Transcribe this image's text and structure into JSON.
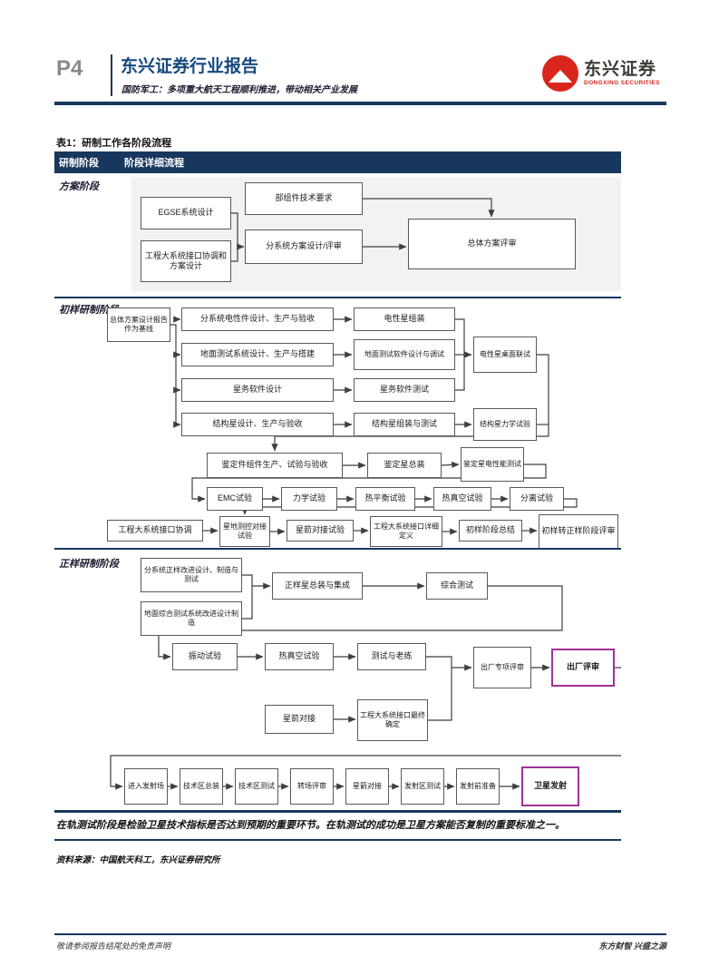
{
  "header": {
    "page_number": "P4",
    "title": "东兴证券行业报告",
    "subtitle": "国防军工：多项重大航天工程顺利推进，带动相关产业发展",
    "logo_cn": "东兴证券",
    "logo_en": "DONGXING SECURITIES"
  },
  "table": {
    "title": "表1：研制工作各阶段流程",
    "col_stage": "研制阶段",
    "col_flow": "阶段详细流程"
  },
  "stages": {
    "plan": {
      "label": "方案阶段",
      "boxes": {
        "egse": "EGSE系统设计",
        "project": "工程大系统接口协调和方案设计",
        "parts": "部组件技术要求",
        "subsystem": "分系统方案设计/评审",
        "overall": "总体方案评审"
      }
    },
    "proto": {
      "label": "初样研制阶段",
      "boxes": {
        "baseline": "总体方案设计报告作为基线",
        "b1": "分系统电性件设计、生产与验收",
        "b2": "地面测试系统设计、生产与搭建",
        "b3": "星务软件设计",
        "b4": "结构星设计、生产与验收",
        "c1": "电性星组装",
        "c2": "地面测试软件设计与调试",
        "c3": "星务软件测试",
        "c4": "结构星组装与测试",
        "d1": "电性星桌面联试",
        "d4": "结构星力学试验",
        "e1": "鉴定件组件生产、试验与验收",
        "e2": "鉴定星总装",
        "e3": "鉴定星电性能测试",
        "f1": "EMC试验",
        "f2": "力学试验",
        "f3": "热平衡试验",
        "f4": "热真空试验",
        "f5": "分离试验",
        "g1": "工程大系统接口协调",
        "g2": "星地测控对接试验",
        "g3": "星箭对接试验",
        "g4": "工程大系统接口详细定义",
        "g5": "初样阶段总结",
        "g6": "初样转正样阶段评审"
      }
    },
    "final": {
      "label": "正样研制阶段",
      "boxes": {
        "h1": "分系统正样改进设计、制造与测试",
        "h2": "地面综合测试系统改进设计制造",
        "i": "正样星总装与集成",
        "j": "综合测试",
        "k1": "振动试验",
        "k2": "热真空试验",
        "k3": "测试与老练",
        "l": "出厂专项评审",
        "m": "出厂评审",
        "n1": "星箭对接",
        "n2": "工程大系统接口最终确定",
        "p1": "进入发射场",
        "p2": "技术区总装",
        "p3": "技术区测试",
        "p4": "转场评审",
        "p5": "星箭对接",
        "p6": "发射区测试",
        "p7": "发射前准备",
        "q": "卫星发射"
      }
    }
  },
  "note": "在轨测试阶段是检验卫星技术指标是否达到预期的重要环节。在轨测试的成功是卫星方案能否复制的重要标准之一。",
  "source": "资料来源：中国航天科工，东兴证券研究所",
  "footer": {
    "left": "敬请参阅报告结尾处的免责声明",
    "right": "东方财智 兴盛之源"
  },
  "colors": {
    "navy": "#17375E",
    "brand_red": "#D9261C",
    "highlight_magenta": "#A0309A"
  }
}
